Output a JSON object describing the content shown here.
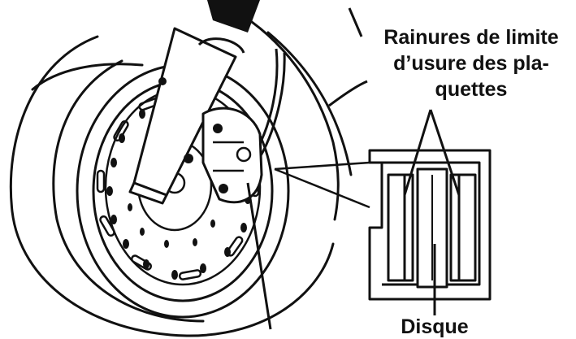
{
  "labels": {
    "wear_grooves": [
      "Rainures de limite",
      "d’usure des pla-",
      "quettes"
    ],
    "disc": "Disque"
  },
  "colors": {
    "line": "#111111",
    "background": "#ffffff"
  }
}
